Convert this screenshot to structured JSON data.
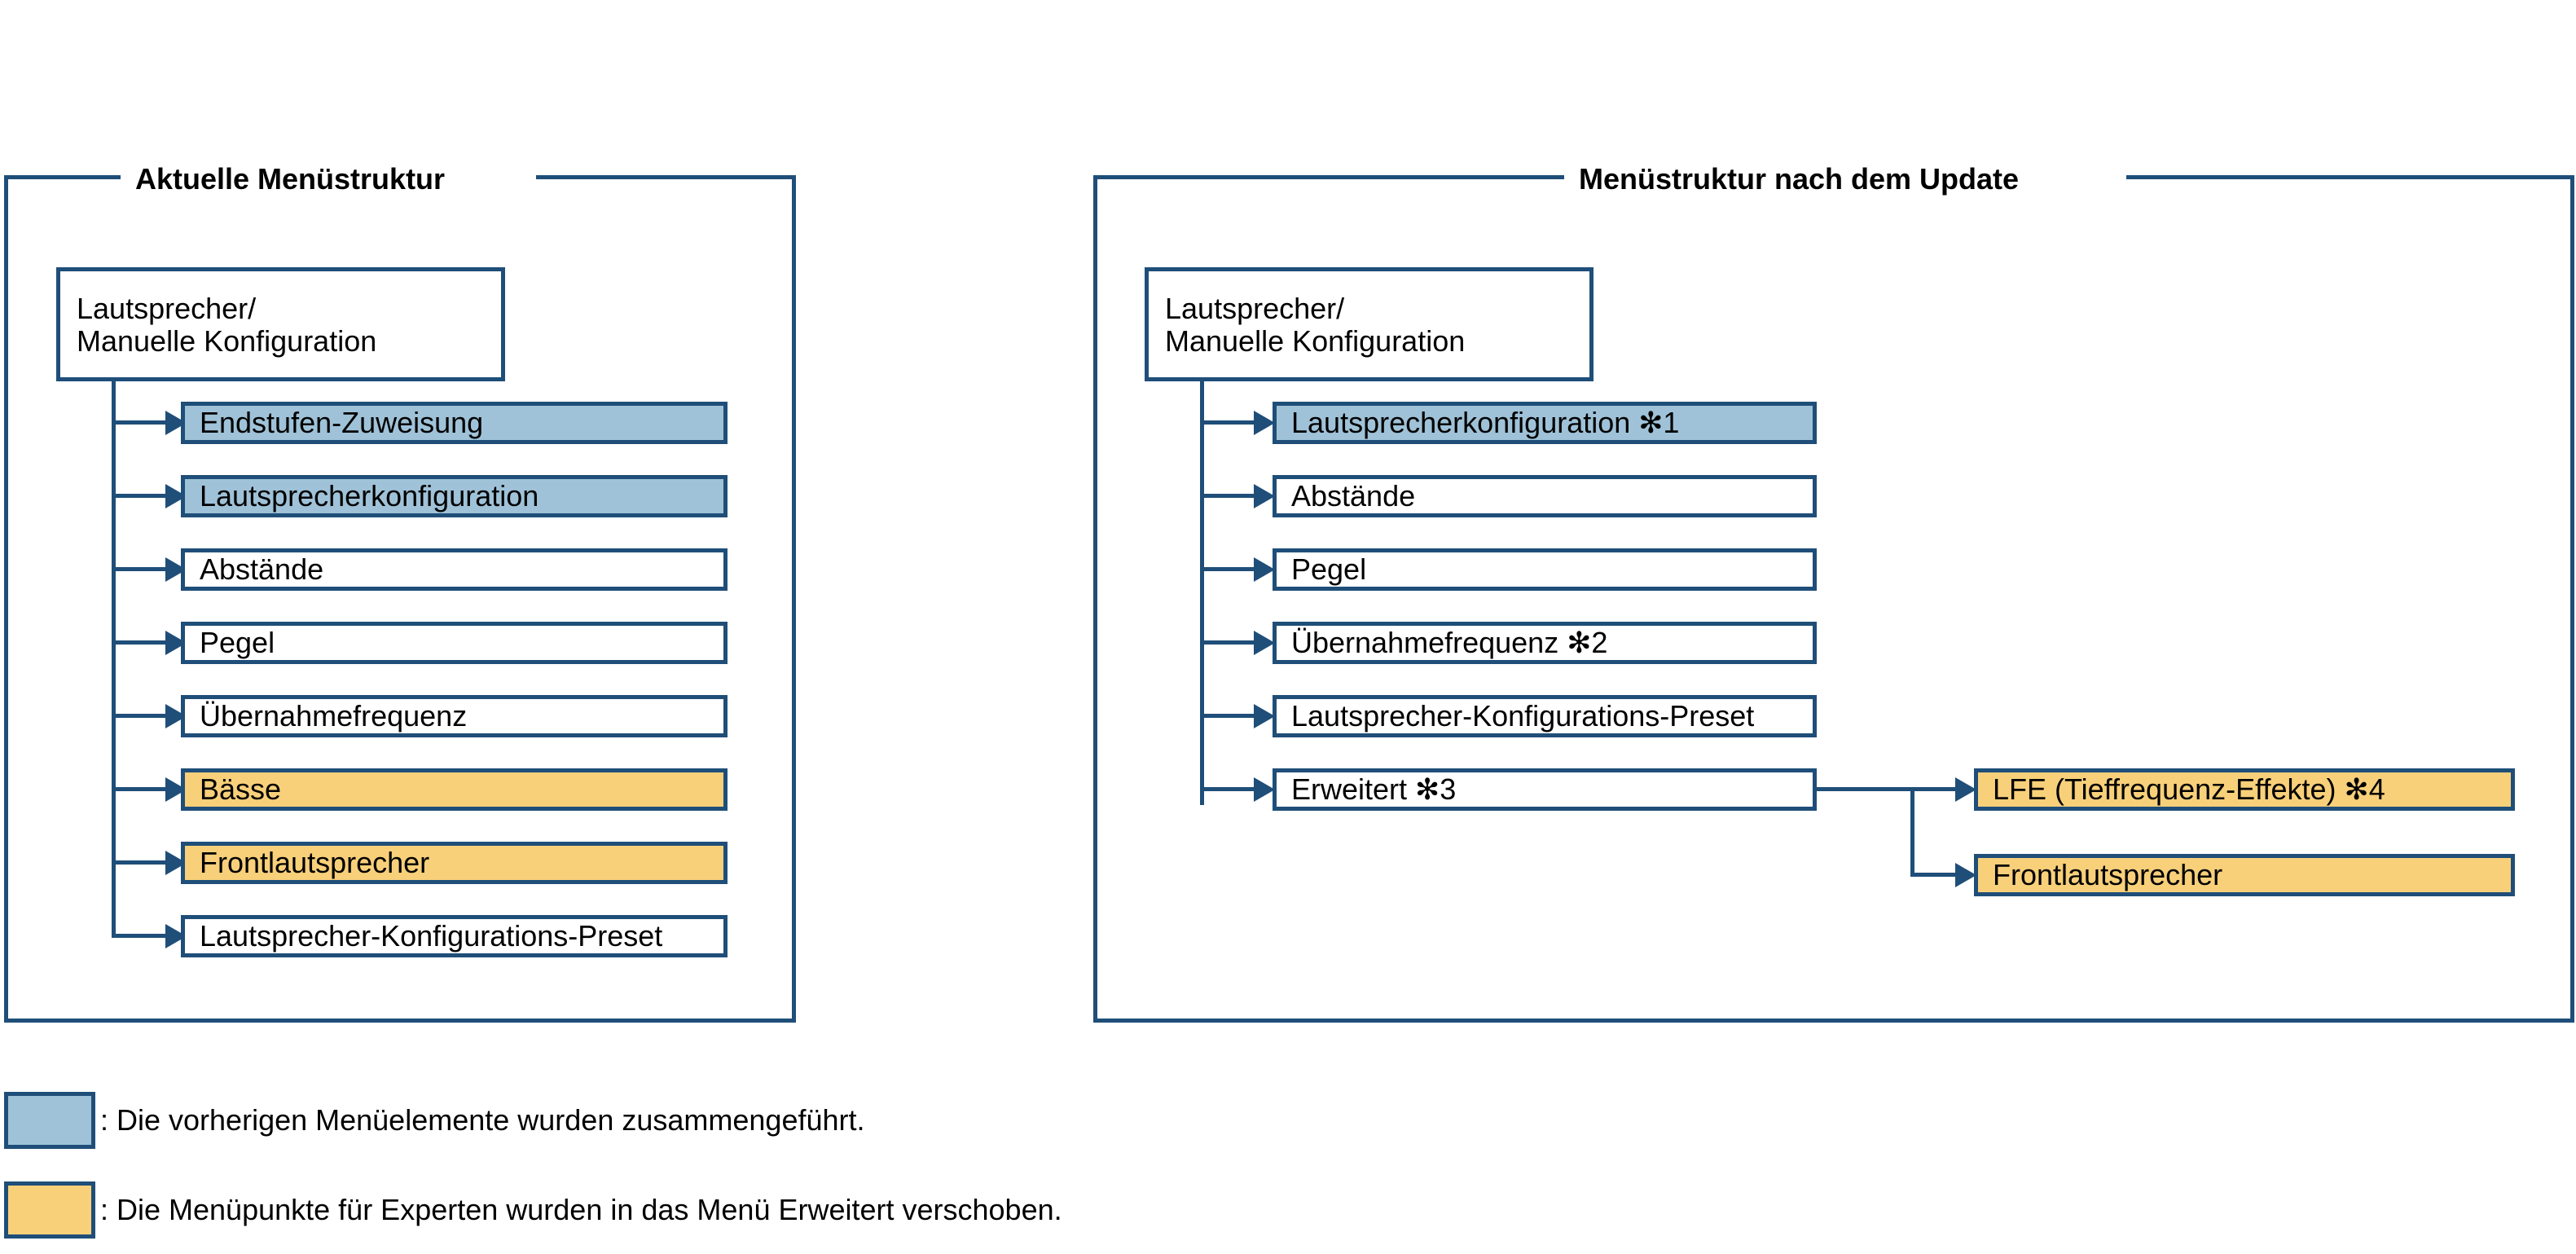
{
  "colors": {
    "outline": "#1F4E79",
    "merged_fill": "#9FC2D8",
    "moved_fill": "#F8D07A",
    "background": "#FFFFFF",
    "text": "#000000"
  },
  "panels": {
    "left": {
      "title": "Aktuelle Menüstruktur",
      "root": {
        "line1": "Lautsprecher/",
        "line2": "Manuelle Konfiguration"
      },
      "items": [
        {
          "label": "Endstufen-Zuweisung",
          "fill": "blue"
        },
        {
          "label": "Lautsprecherkonfiguration",
          "fill": "blue"
        },
        {
          "label": "Abstände",
          "fill": "none"
        },
        {
          "label": "Pegel",
          "fill": "none"
        },
        {
          "label": "Übernahmefrequenz",
          "fill": "none"
        },
        {
          "label": "Bässe",
          "fill": "yellow"
        },
        {
          "label": "Frontlautsprecher",
          "fill": "yellow"
        },
        {
          "label": "Lautsprecher-Konfigurations-Preset",
          "fill": "none"
        }
      ]
    },
    "right": {
      "title": "Menüstruktur nach dem Update",
      "root": {
        "line1": "Lautsprecher/",
        "line2": "Manuelle Konfiguration"
      },
      "items": [
        {
          "label": "Lautsprecherkonfiguration ✻1",
          "fill": "blue"
        },
        {
          "label": "Abstände",
          "fill": "none"
        },
        {
          "label": "Pegel",
          "fill": "none"
        },
        {
          "label": "Übernahmefrequenz ✻2",
          "fill": "none"
        },
        {
          "label": "Lautsprecher-Konfigurations-Preset",
          "fill": "none"
        },
        {
          "label": "Erweitert ✻3",
          "fill": "none"
        }
      ],
      "sub_items": [
        {
          "label": "LFE (Tieffrequenz-Effekte) ✻4",
          "fill": "yellow"
        },
        {
          "label": "Frontlautsprecher",
          "fill": "yellow"
        }
      ]
    }
  },
  "legend": [
    {
      "swatch": "blue",
      "text": ": Die vorherigen Menüelemente wurden zusammengeführt."
    },
    {
      "swatch": "yellow",
      "text": ": Die Menüpunkte für Experten wurden in das Menü Erweitert verschoben."
    }
  ]
}
